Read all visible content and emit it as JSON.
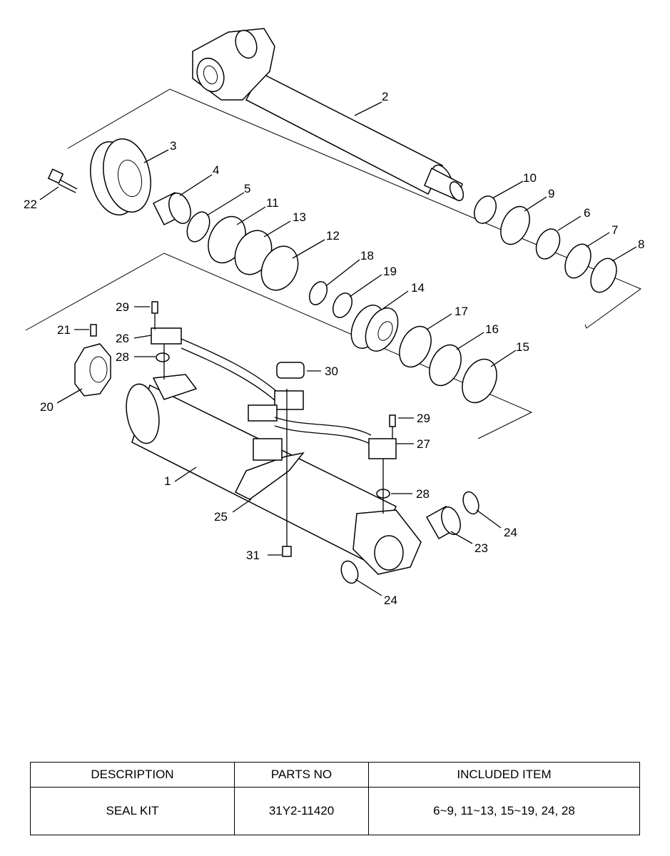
{
  "callouts": [
    {
      "id": "c1",
      "text": "1"
    },
    {
      "id": "c2",
      "text": "2"
    },
    {
      "id": "c3",
      "text": "3"
    },
    {
      "id": "c4",
      "text": "4"
    },
    {
      "id": "c5",
      "text": "5"
    },
    {
      "id": "c6",
      "text": "6"
    },
    {
      "id": "c7",
      "text": "7"
    },
    {
      "id": "c8",
      "text": "8"
    },
    {
      "id": "c9",
      "text": "9"
    },
    {
      "id": "c10",
      "text": "10"
    },
    {
      "id": "c11",
      "text": "11"
    },
    {
      "id": "c12",
      "text": "12"
    },
    {
      "id": "c13",
      "text": "13"
    },
    {
      "id": "c14",
      "text": "14"
    },
    {
      "id": "c15",
      "text": "15"
    },
    {
      "id": "c16",
      "text": "16"
    },
    {
      "id": "c17",
      "text": "17"
    },
    {
      "id": "c18",
      "text": "18"
    },
    {
      "id": "c19",
      "text": "19"
    },
    {
      "id": "c20",
      "text": "20"
    },
    {
      "id": "c21",
      "text": "21"
    },
    {
      "id": "c22",
      "text": "22"
    },
    {
      "id": "c23",
      "text": "23"
    },
    {
      "id": "c24a",
      "text": "24"
    },
    {
      "id": "c24b",
      "text": "24"
    },
    {
      "id": "c25",
      "text": "25"
    },
    {
      "id": "c26",
      "text": "26"
    },
    {
      "id": "c27",
      "text": "27"
    },
    {
      "id": "c28a",
      "text": "28"
    },
    {
      "id": "c28b",
      "text": "28"
    },
    {
      "id": "c29a",
      "text": "29"
    },
    {
      "id": "c29b",
      "text": "29"
    },
    {
      "id": "c30",
      "text": "30"
    },
    {
      "id": "c31",
      "text": "31"
    }
  ],
  "table": {
    "headers": {
      "description": "DESCRIPTION",
      "parts_no": "PARTS NO",
      "included_item": "INCLUDED ITEM"
    },
    "rows": [
      {
        "description": "SEAL KIT",
        "parts_no": "31Y2-11420",
        "included_item": "6~9, 11~13, 15~19, 24, 28"
      }
    ]
  }
}
